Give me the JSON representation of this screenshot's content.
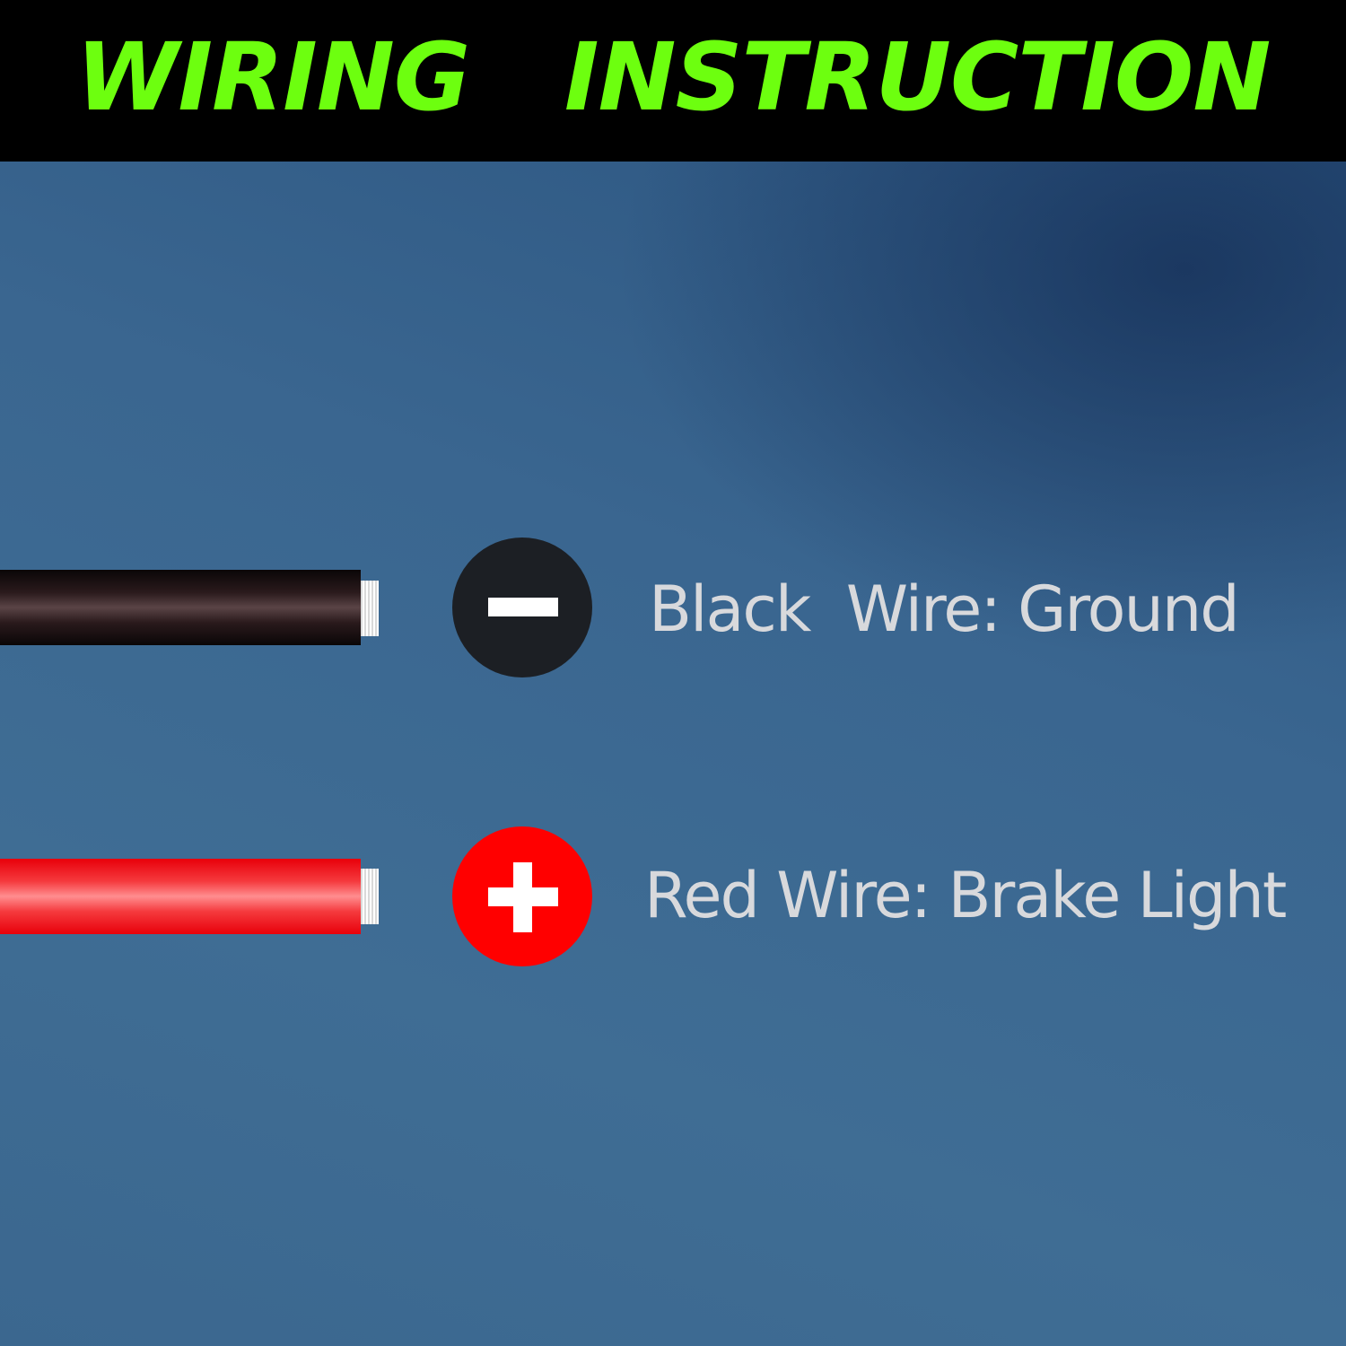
{
  "header": {
    "title": "WIRING   INSTRUCTION"
  },
  "wires": [
    {
      "label": "Black  Wire: Ground",
      "polarity_icon": "minus-icon",
      "color": "#1c1f24"
    },
    {
      "label": "Red Wire: Brake Light",
      "polarity_icon": "plus-icon",
      "color": "#ff0000"
    }
  ],
  "colors": {
    "title": "#6dff0f",
    "header_bg": "#000000",
    "panel_bg": "#3e6a92",
    "label_text": "#d8d9dc"
  }
}
